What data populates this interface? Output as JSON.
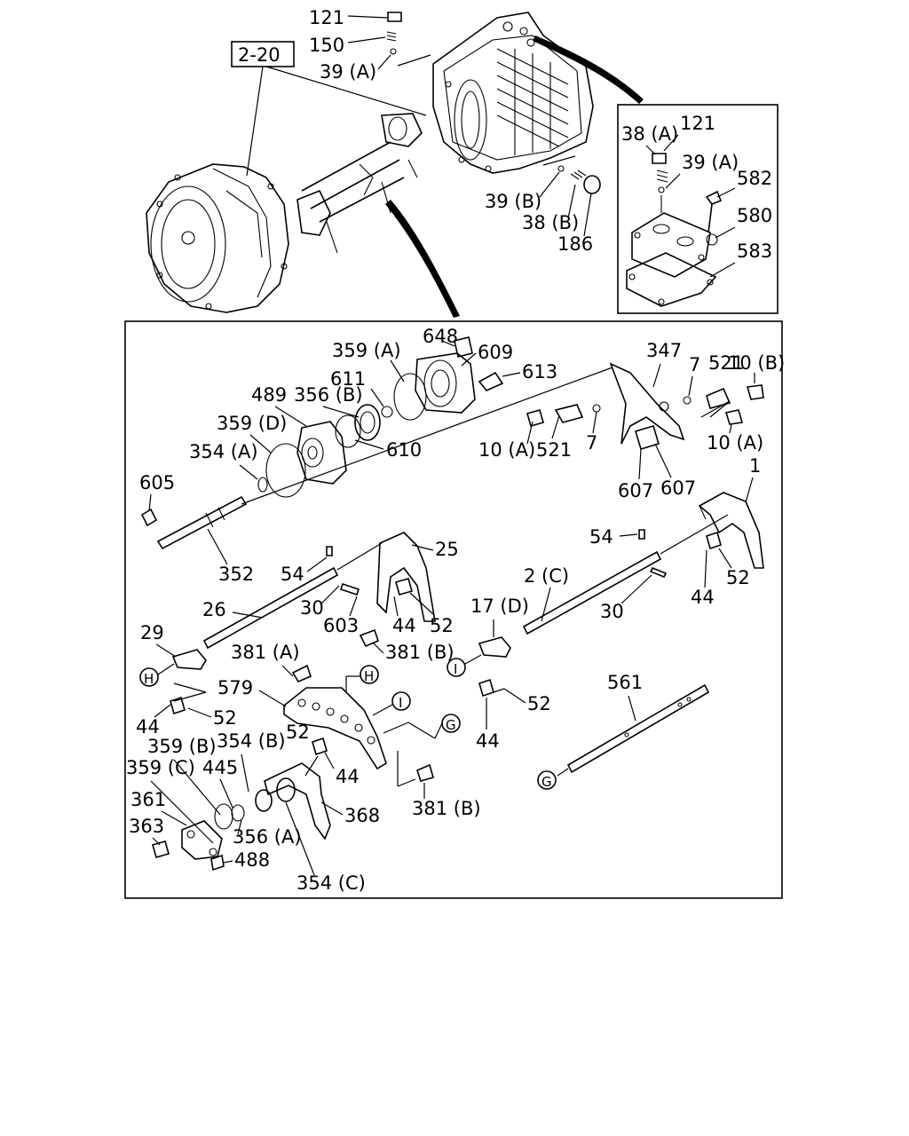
{
  "ref_box": "2-20",
  "top_labels": {
    "l121": "121",
    "l150": "150",
    "l39a": "39 (A)",
    "l39b": "39 (B)",
    "l38b": "38 (B)",
    "l186": "186"
  },
  "inset": {
    "l38a": "38 (A)",
    "l121": "121",
    "l39a": "39 (A)",
    "l582": "582",
    "l580": "580",
    "l583": "583"
  },
  "main_labels": {
    "l648": "648",
    "l359a": "359 (A)",
    "l609": "609",
    "l611": "611",
    "l613": "613",
    "l489": "489",
    "l356b": "356 (B)",
    "l359d": "359 (D)",
    "l610": "610",
    "l354a": "354 (A)",
    "l605": "605",
    "l352": "352",
    "l347": "347",
    "l7a": "7",
    "l521a": "521",
    "l10b": "10 (B)",
    "l10a1": "10 (A)",
    "l521b": "521",
    "l7b": "7",
    "l10a2": "10 (A)",
    "l607a": "607",
    "l607b": "607",
    "l1": "1",
    "l54a": "54",
    "l25": "25",
    "l54b": "54",
    "l30a": "30",
    "l603": "603",
    "l44a": "44",
    "l52a": "52",
    "l26": "26",
    "l2c": "2 (C)",
    "l30b": "30",
    "l44b": "44",
    "l52b": "52",
    "l17d": "17 (D)",
    "l29": "29",
    "l381a": "381 (A)",
    "l381b1": "381 (B)",
    "l579": "579",
    "l52c": "52",
    "l44c": "44",
    "l52d": "52",
    "l44d": "44",
    "l359b": "359 (B)",
    "l354b": "354 (B)",
    "l52e": "52",
    "l359c": "359 (C)",
    "l445": "445",
    "l44e": "44",
    "l361": "361",
    "l368": "368",
    "l381b2": "381 (B)",
    "l363": "363",
    "l356a": "356 (A)",
    "l488": "488",
    "l354c": "354 (C)",
    "l561": "561"
  },
  "callouts": {
    "H": "H",
    "I": "I",
    "G": "G"
  }
}
